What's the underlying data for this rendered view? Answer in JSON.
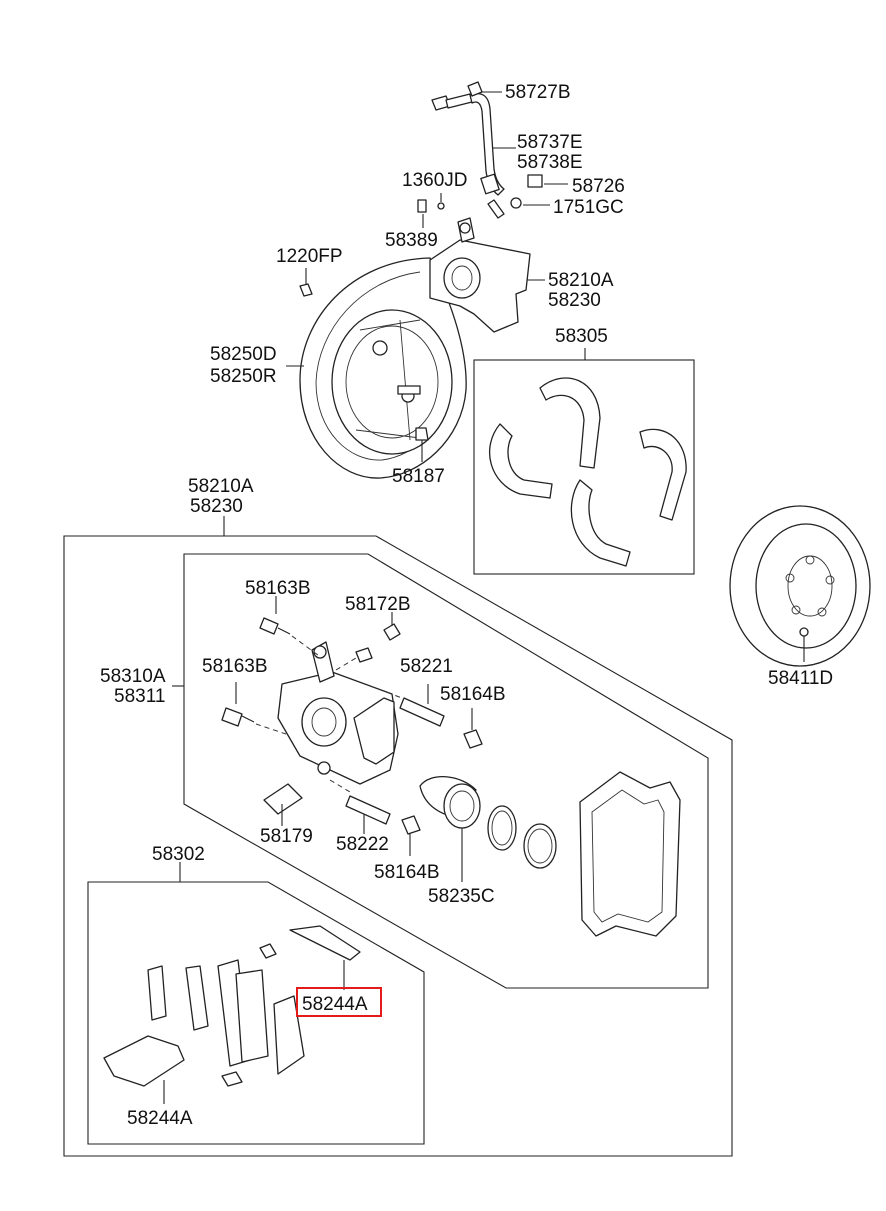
{
  "labels": {
    "l_58727B": "58727B",
    "l_58737E": "58737E",
    "l_58738E": "58738E",
    "l_1360JD": "1360JD",
    "l_58726": "58726",
    "l_1751GC": "1751GC",
    "l_58389": "58389",
    "l_1220FP": "1220FP",
    "l_58210A_top": "58210A",
    "l_58230_top": "58230",
    "l_58305": "58305",
    "l_58250D": "58250D",
    "l_58250R": "58250R",
    "l_58187": "58187",
    "l_58210A_mid": "58210A",
    "l_58230_mid": "58230",
    "l_58163B_a": "58163B",
    "l_58172B": "58172B",
    "l_58310A": "58310A",
    "l_58311": "58311",
    "l_58163B_b": "58163B",
    "l_58221": "58221",
    "l_58164B_a": "58164B",
    "l_58411D": "58411D",
    "l_58179": "58179",
    "l_58222": "58222",
    "l_58164B_b": "58164B",
    "l_58235C": "58235C",
    "l_58302": "58302",
    "l_58244A_hl": "58244A",
    "l_58244A_bot": "58244A"
  },
  "colors": {
    "highlight": "#e31b1b",
    "line": "#222222",
    "background": "#ffffff"
  }
}
